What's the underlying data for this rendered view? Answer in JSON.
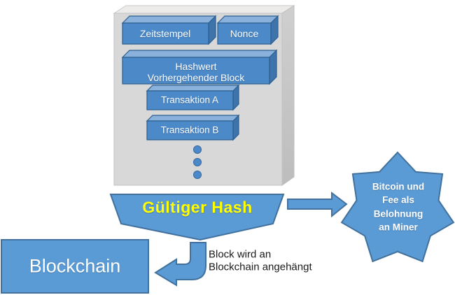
{
  "block": {
    "fields": {
      "zeitstempel": "Zeitstempel",
      "nonce": "Nonce",
      "hashwert_line1": "Hashwert",
      "hashwert_line2": "Vorhergehender Block",
      "transaktion_a": "Transaktion A",
      "transaktion_b": "Transaktion B"
    }
  },
  "hash_banner": {
    "label": "Gültiger Hash"
  },
  "reward_star": {
    "line1": "Bitcoin und",
    "line2": "Fee als",
    "line3": "Belohnung",
    "line4": "an Miner"
  },
  "blockchain": {
    "label": "Blockchain"
  },
  "append_note": {
    "line1": "Block wird an",
    "line2": "Blockchain angehängt"
  },
  "colors": {
    "shape_blue": "#5b9bd5",
    "shape_border": "#41719c",
    "field_front": "#4c89c8",
    "field_top": "#8ab1dc",
    "field_side": "#3e73ab",
    "cube_front": "#d8d8d8",
    "cube_top": "#ecebea",
    "cube_side": "#c4c4c4",
    "hash_text": "#ffff00",
    "note_text": "#1a1a1a",
    "label_text": "#ffffff"
  }
}
